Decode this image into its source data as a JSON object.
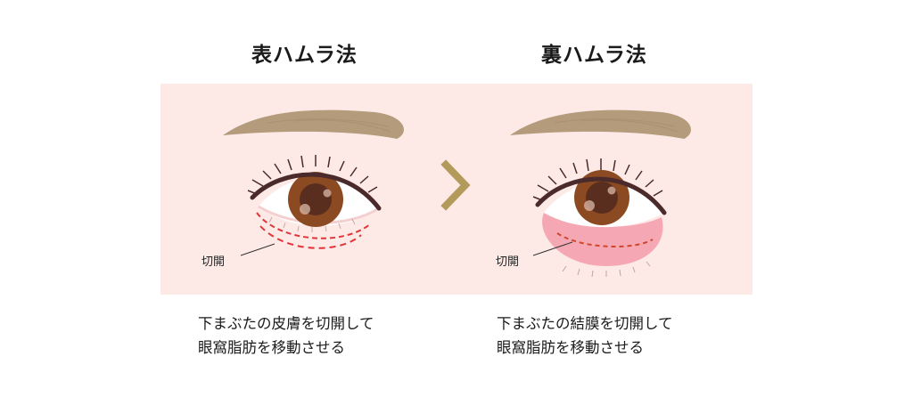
{
  "titles": {
    "left": "表ハムラ法",
    "right": "裏ハムラ法"
  },
  "illustrations": {
    "left": {
      "incision_label": "切開",
      "incision_style": "dashed-red-skin-line"
    },
    "right": {
      "incision_label": "切開",
      "incision_style": "dashed-line-on-conjunctiva"
    },
    "arrow_icon": "chevron-right-icon"
  },
  "descriptions": {
    "left": {
      "line1": "下まぶたの皮膚を切開して",
      "line2": "眼窩脂肪を移動させる"
    },
    "right": {
      "line1": "下まぶたの結膜を切開して",
      "line2": "眼窩脂肪を移動させる"
    }
  },
  "colors": {
    "panel_bg": "#fdeae6",
    "eyebrow": "#b39b7c",
    "iris": "#8b4a22",
    "pupil": "#5a2e1f",
    "lash": "#4a2a2a",
    "incision_red": "#e0353a",
    "conjunctiva_pink": "#f5a8b4",
    "arrow_gold": "#b29a5a"
  }
}
